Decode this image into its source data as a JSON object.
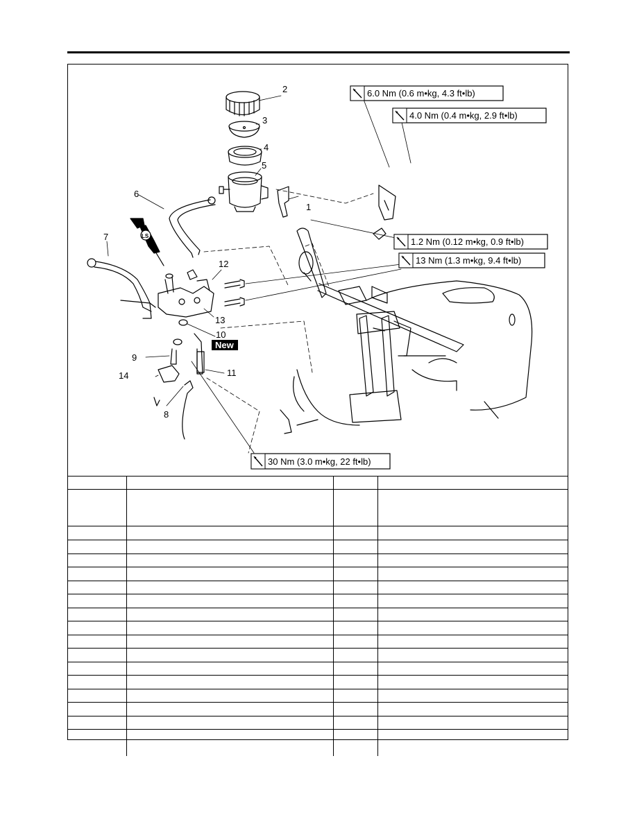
{
  "diagram": {
    "part_numbers": [
      "1",
      "2",
      "3",
      "4",
      "5",
      "6",
      "7",
      "8",
      "9",
      "10",
      "11",
      "12",
      "13",
      "14"
    ],
    "torque_specs": {
      "t1": "6.0 Nm (0.6 m•kg, 4.3 ft•lb)",
      "t2": "4.0 Nm (0.4 m•kg, 2.9 ft•lb)",
      "t3": "1.2 Nm (0.12 m•kg, 0.9 ft•lb)",
      "t4": "13 Nm (1.3 m•kg, 9.4 ft•lb)",
      "t5": "30 Nm (3.0 m•kg, 22 ft•lb)"
    },
    "new_badge": "New",
    "ls_mark": "LS"
  },
  "table": {
    "row_count": 19,
    "rows": [
      [
        "",
        "",
        "",
        ""
      ],
      [
        "",
        "",
        "",
        ""
      ],
      [
        "",
        "",
        "",
        ""
      ],
      [
        "",
        "",
        "",
        ""
      ],
      [
        "",
        "",
        "",
        ""
      ],
      [
        "",
        "",
        "",
        ""
      ],
      [
        "",
        "",
        "",
        ""
      ],
      [
        "",
        "",
        "",
        ""
      ],
      [
        "",
        "",
        "",
        ""
      ],
      [
        "",
        "",
        "",
        ""
      ],
      [
        "",
        "",
        "",
        ""
      ],
      [
        "",
        "",
        "",
        ""
      ],
      [
        "",
        "",
        "",
        ""
      ],
      [
        "",
        "",
        "",
        ""
      ],
      [
        "",
        "",
        "",
        ""
      ],
      [
        "",
        "",
        "",
        ""
      ],
      [
        "",
        "",
        "",
        ""
      ],
      [
        "",
        "",
        "",
        ""
      ],
      [
        "",
        "",
        "",
        ""
      ]
    ]
  }
}
